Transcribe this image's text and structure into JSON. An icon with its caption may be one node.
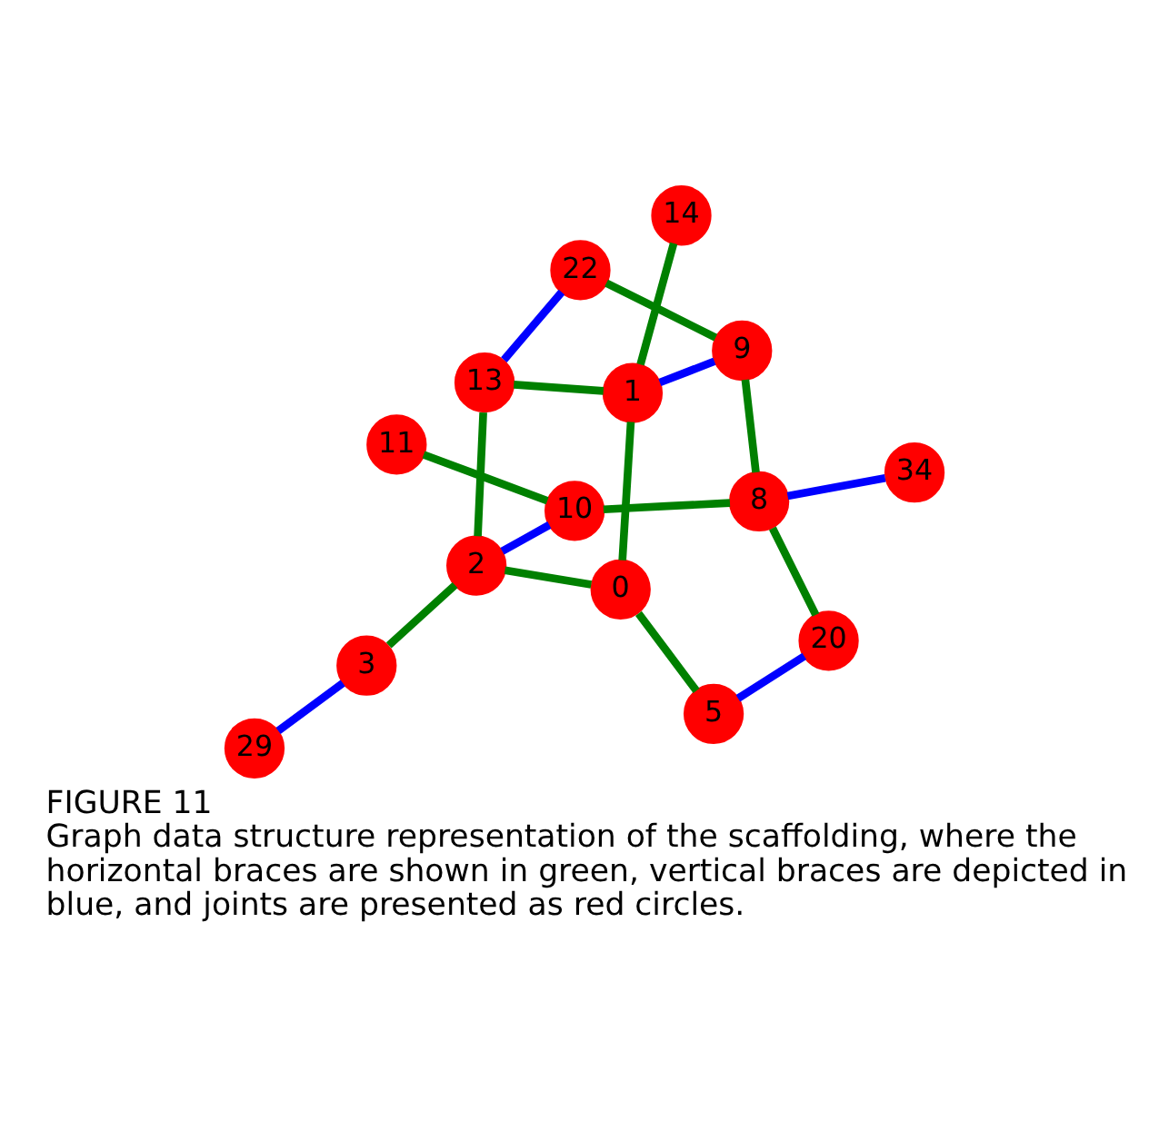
{
  "diagram": {
    "title": "FIGURE 11",
    "caption": "Graph data structure representation of the scaffolding, where the horizontal braces are shown in green, vertical braces are depicted in blue, and joints are presented as red circles.",
    "nodes": [
      {
        "text": [
          "11"
        ]
      },
      {
        "text": [
          "22"
        ]
      },
      {
        "text": [
          "13"
        ]
      },
      {
        "text": [
          "29"
        ]
      },
      {
        "text": [
          "3"
        ]
      },
      {
        "text": [
          "2"
        ]
      },
      {
        "text": [
          "10"
        ]
      },
      {
        "text": [
          "9"
        ]
      },
      {
        "text": [
          "1"
        ]
      },
      {
        "text": [
          "0"
        ]
      },
      {
        "text": [
          "14"
        ]
      },
      {
        "text": [
          "8"
        ]
      },
      {
        "text": [
          "34"
        ]
      },
      {
        "text": [
          "5"
        ]
      },
      {
        "text": [
          "20"
        ]
      }
    ],
    "edges": [
      {
        "from": 3,
        "to": 4,
        "arrow": "none",
        "color": "#0000ff"
      },
      {
        "from": 4,
        "to": 5,
        "arrow": "none"
      },
      {
        "from": 5,
        "to": 6,
        "arrow": "none",
        "color": "#0000ff"
      },
      {
        "from": 5,
        "to": 2,
        "arrow": "none"
      },
      {
        "from": 2,
        "to": 1,
        "arrow": "none",
        "color": "#0000ff"
      },
      {
        "from": 1,
        "to": 7,
        "arrow": "none"
      },
      {
        "from": 0,
        "to": 6,
        "arrow": "none"
      },
      {
        "from": 6,
        "to": 11,
        "arrow": "none"
      },
      {
        "from": 2,
        "to": 8,
        "arrow": "none"
      },
      {
        "from": 7,
        "to": 8,
        "arrow": "none",
        "color": "#0000ff"
      },
      {
        "from": 8,
        "to": 9,
        "arrow": "none"
      },
      {
        "from": 8,
        "to": 10,
        "arrow": "none"
      },
      {
        "from": 5,
        "to": 9,
        "arrow": "none"
      },
      {
        "from": 9,
        "to": 13,
        "arrow": "none"
      },
      {
        "from": 13,
        "to": 14,
        "arrow": "none",
        "color": "#0000ff"
      },
      {
        "from": 11,
        "to": 14,
        "arrow": "none"
      },
      {
        "from": 7,
        "to": 11,
        "arrow": "none"
      },
      {
        "from": 11,
        "to": 12,
        "arrow": "none",
        "color": "#0000ff"
      }
    ]
  }
}
